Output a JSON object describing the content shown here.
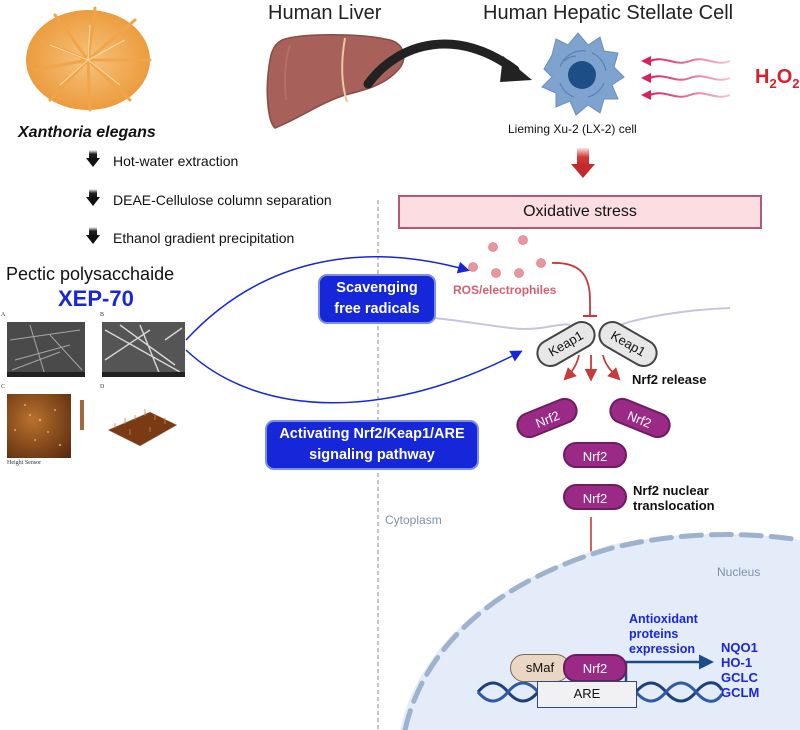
{
  "source": {
    "organism": "Xanthoria elegans",
    "steps": [
      "Hot-water extraction",
      "DEAE-Cellulose column separation",
      "Ethanol gradient precipitation"
    ],
    "product_label": "Pectic polysacchaide",
    "product_name": "XEP-70",
    "micrograph_panels": [
      "A",
      "B",
      "C",
      "D"
    ],
    "micrograph_caption": "Height Sensor"
  },
  "headers": {
    "liver": "Human Liver",
    "stellate": "Human Hepatic Stellate Cell"
  },
  "cell": {
    "label": "Lieming Xu-2 (LX-2) cell",
    "stimulus": {
      "base": "H",
      "sub1": "2",
      "mid": "O",
      "sub2": "2"
    }
  },
  "pathway": {
    "oxidative_stress": "Oxidative stress",
    "ros": "ROS/electrophiles",
    "keap1": [
      "Keap1",
      "Keap1"
    ],
    "nrf2_release": "Nrf2 release",
    "nrf2_proteins": [
      "Nrf2",
      "Nrf2",
      "Nrf2",
      "Nrf2"
    ],
    "nrf2_translocation": [
      "Nrf2 nuclear",
      "translocation"
    ],
    "cytoplasm": "Cytoplasm",
    "nucleus": "Nucleus",
    "complex": {
      "smaf": "sMaf",
      "nrf2": "Nrf2",
      "are": "ARE"
    },
    "expression_label": [
      "Antioxidant",
      "proteins",
      "expression"
    ],
    "genes": [
      "NQO1",
      "HO-1",
      "GCLC",
      "GCLM"
    ]
  },
  "mechanisms": {
    "scavenging": [
      "Scavenging",
      "free radicals"
    ],
    "activating": [
      "Activating Nrf2/Keap1/ARE",
      "signaling pathway"
    ]
  },
  "colors": {
    "mechanism_blue": "#1626d9",
    "nrf2_purple": "#9b2a86",
    "stress_red": "#d8202c",
    "liver_brown": "#a8605a",
    "cell_blue": "#7fa3cf",
    "lichen_orange": "#f0a54a"
  }
}
